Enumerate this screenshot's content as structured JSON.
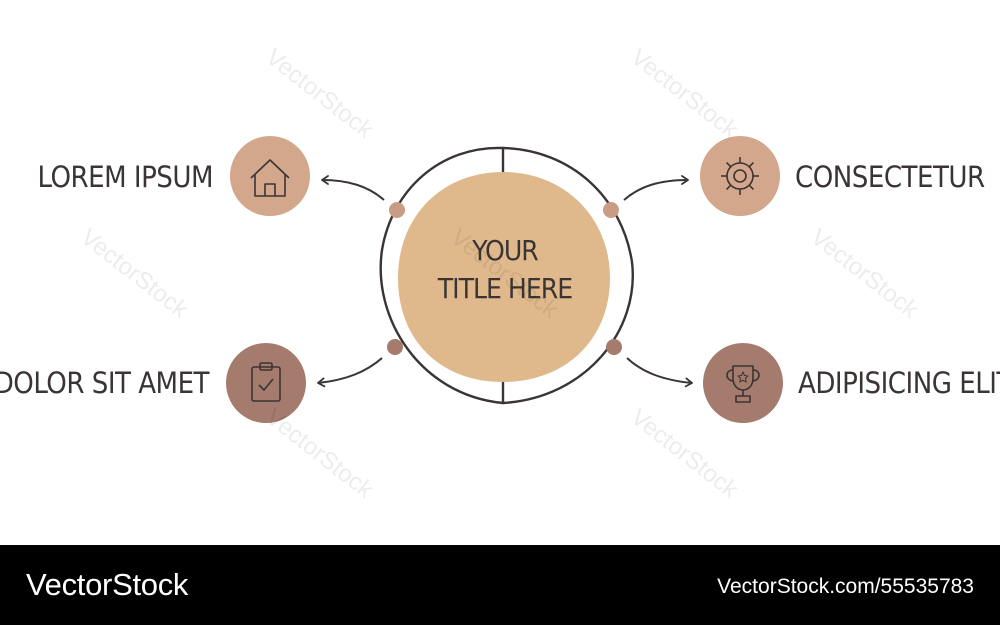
{
  "diagram": {
    "title_lines": [
      "YOUR",
      "TITLE HERE"
    ],
    "items": [
      {
        "label": "LOREM IPSUM",
        "icon": "house-icon"
      },
      {
        "label": "CONSECTETUR",
        "icon": "gear-icon"
      },
      {
        "label": "DOLOR SIT AMET",
        "icon": "clipboard-check-icon"
      },
      {
        "label": "ADIPISICING ELIT",
        "icon": "trophy-icon"
      }
    ],
    "colors": {
      "center_fill": "#dfb98c",
      "item_light": "#d3a78b",
      "item_dark": "#a47b6c",
      "dot": "#c99c86",
      "line": "#3b3434"
    }
  },
  "watermark": "VectorStock",
  "footer": {
    "brand": "VectorStock",
    "id": "VectorStock.com/55535783"
  }
}
